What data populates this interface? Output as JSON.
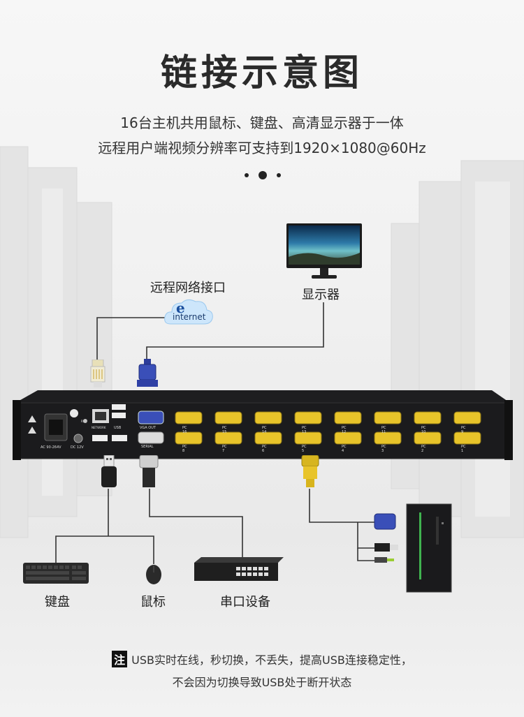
{
  "title": "链接示意图",
  "subtitle_line1": "16台主机共用鼠标、键盘、高清显示器于一体",
  "subtitle_line2": "远程用户端视频分辨率可支持到1920×1080@60Hz",
  "labels": {
    "remote_network": "远程网络接口",
    "internet": "internet",
    "monitor": "显示器",
    "keyboard": "键盘",
    "mouse": "鼠标",
    "serial_device": "串口设备"
  },
  "device": {
    "power_label": "AC 90-264V",
    "dc_label": "DC 12V",
    "rst_label": "RST",
    "network_label": "NETWORK",
    "usb_label": "USB",
    "vga_out_label": "VGA OUT",
    "serial_label": "SERIAL",
    "top_ports": [
      "PC 16",
      "PC 15",
      "PC 14",
      "PC 13",
      "PC 12",
      "PC 11",
      "PC 10",
      "PC 9"
    ],
    "bottom_ports": [
      "PC 8",
      "PC 7",
      "PC 6",
      "PC 5",
      "PC 4",
      "PC 3",
      "PC 2",
      "PC 1"
    ]
  },
  "note": {
    "badge": "注",
    "line1": "USB实时在线，秒切换，不丢失，提高USB连接稳定性，",
    "line2": "不会因为切换导致USB处于断开状态"
  },
  "colors": {
    "port_yellow": "#e8c42a",
    "vga_blue": "#3a4fb8",
    "device_body": "#1c1c1e"
  }
}
